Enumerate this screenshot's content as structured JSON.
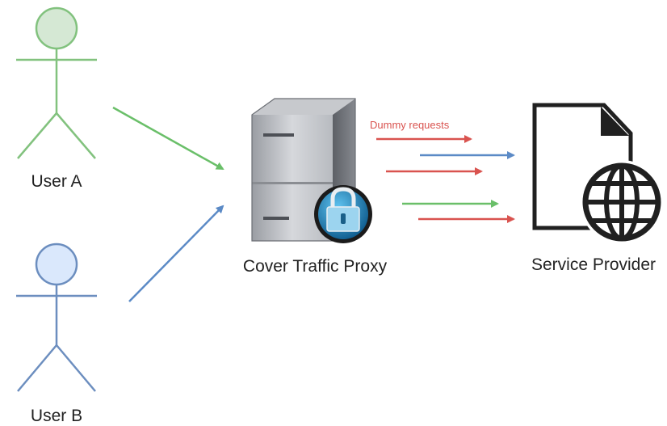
{
  "actors": {
    "user_a": {
      "label": "User A",
      "color": "#6abf69",
      "fill": "#d5e8d4"
    },
    "user_b": {
      "label": "User B",
      "color": "#6c8ebf",
      "fill": "#dae8fc"
    }
  },
  "proxy": {
    "label": "Cover Traffic Proxy"
  },
  "service": {
    "label": "Service Provider"
  },
  "dummy_label": "Dummy requests",
  "colors": {
    "dummy": "#d9534f",
    "user_a": "#6abf69",
    "user_b": "#5b8ac6"
  },
  "icons": [
    "user-a-stick-figure-icon",
    "user-b-stick-figure-icon",
    "server-icon",
    "padlock-icon",
    "document-icon",
    "globe-icon"
  ]
}
